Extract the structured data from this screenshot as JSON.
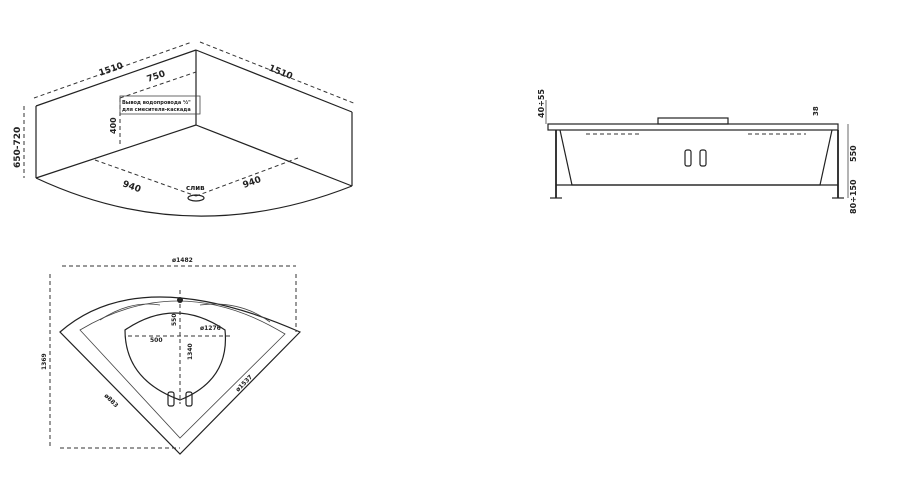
{
  "views": {
    "perspective": {
      "dim_top_left": "1510",
      "dim_top_right": "1510",
      "dim_inner": "750",
      "dim_vertical": "400",
      "dim_height": "650-720",
      "dim_front_left": "940",
      "dim_front_right": "940",
      "drain_label": "слив",
      "note_line1": "Вывод водопровода ½\"",
      "note_line2": "для смесителя-каскада"
    },
    "side": {
      "dim_top": "40÷55",
      "dim_right_small": "38",
      "dim_depth": "550",
      "dim_legs": "80÷150"
    },
    "plan": {
      "dim_top": "ø1482",
      "dim_left": "1369",
      "dim_diag_left": "ø883",
      "dim_diag_right": "ø1537",
      "dim_inner_small": "550",
      "dim_inner_left": "500",
      "dim_inner_right": "ø1276",
      "dim_inner_vertical": "1340"
    }
  }
}
